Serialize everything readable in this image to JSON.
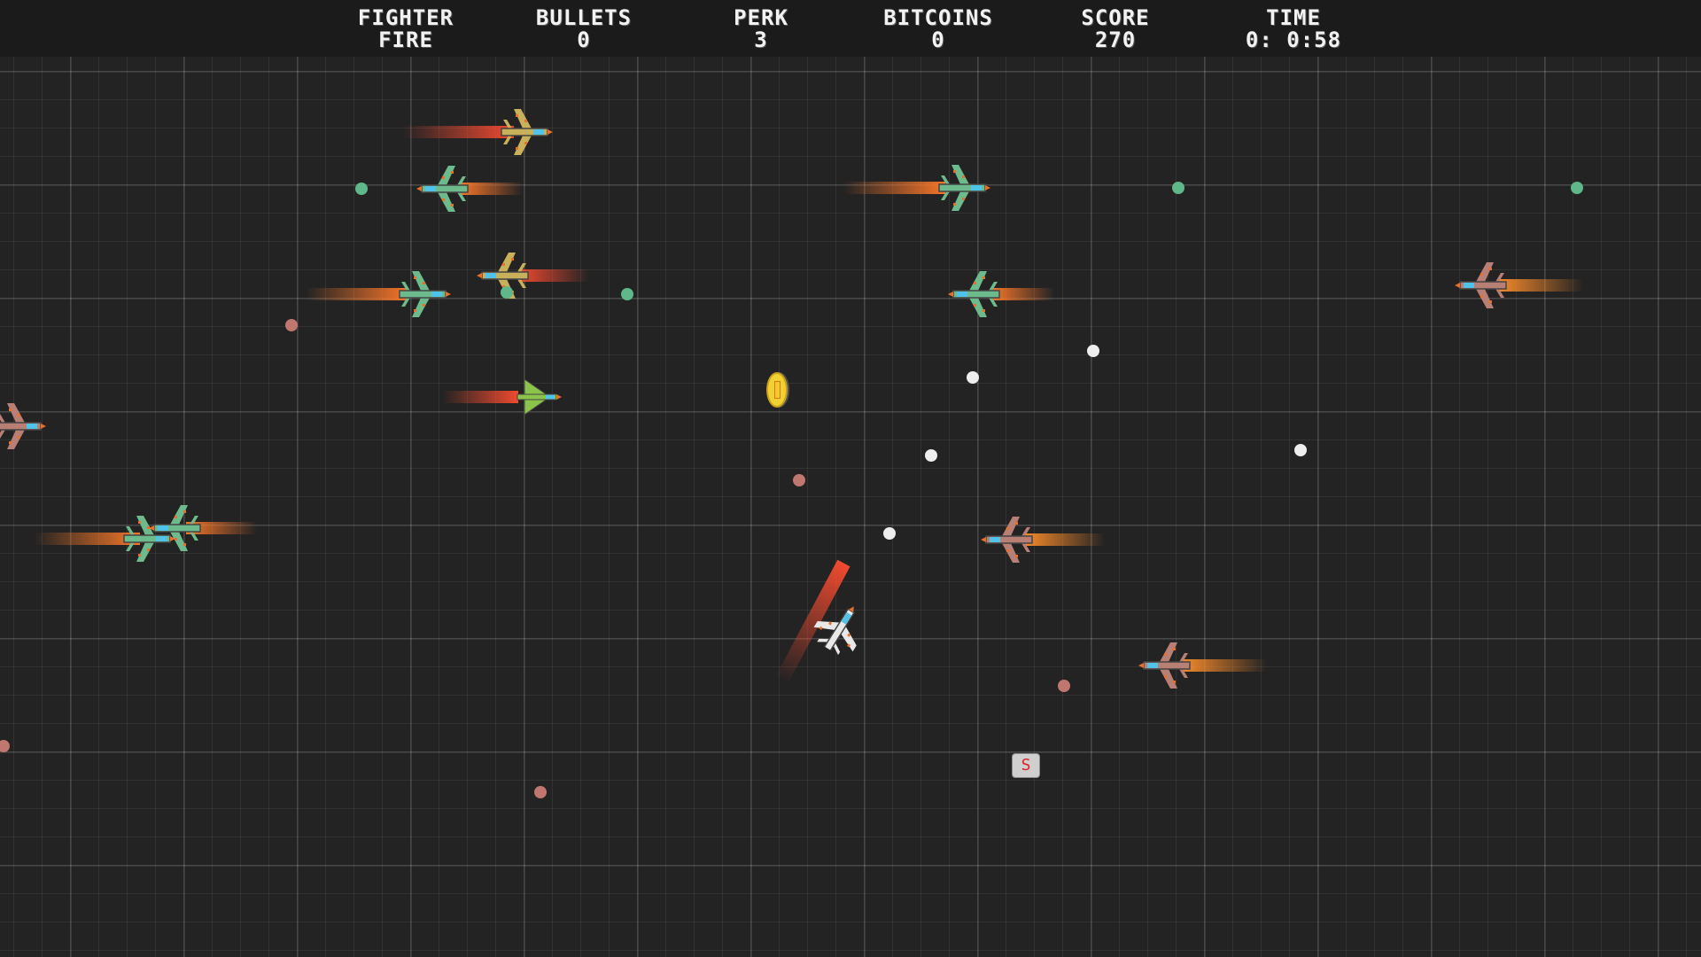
{
  "hud": {
    "fighter": {
      "label": "FIGHTER",
      "value": "FIRE"
    },
    "bullets": {
      "label": "BULLETS",
      "value": "0"
    },
    "perk": {
      "label": "PERK",
      "value": "3"
    },
    "bitcoins": {
      "label": "BITCOINS",
      "value": "0"
    },
    "score": {
      "label": "SCORE",
      "value": "270"
    },
    "time": {
      "label": "TIME",
      "value": "0: 0:58"
    }
  },
  "pickups": {
    "coin_icon": "bitcoin-coin",
    "shield_box_label": "S"
  },
  "colors": {
    "background": "#232323",
    "hud_background": "#1b1b1b",
    "green_plane": "#6dbb8c",
    "gold_plane": "#c9b05a",
    "pink_plane": "#b87f74",
    "lime_plane": "#8cc34a",
    "trail_red": "#f04a30",
    "trail_orange": "#f5762a",
    "trail_amber": "#f58a2a",
    "dot_green": "#5fb88a",
    "dot_white": "#eeeeee",
    "dot_pink": "#c0776f"
  }
}
